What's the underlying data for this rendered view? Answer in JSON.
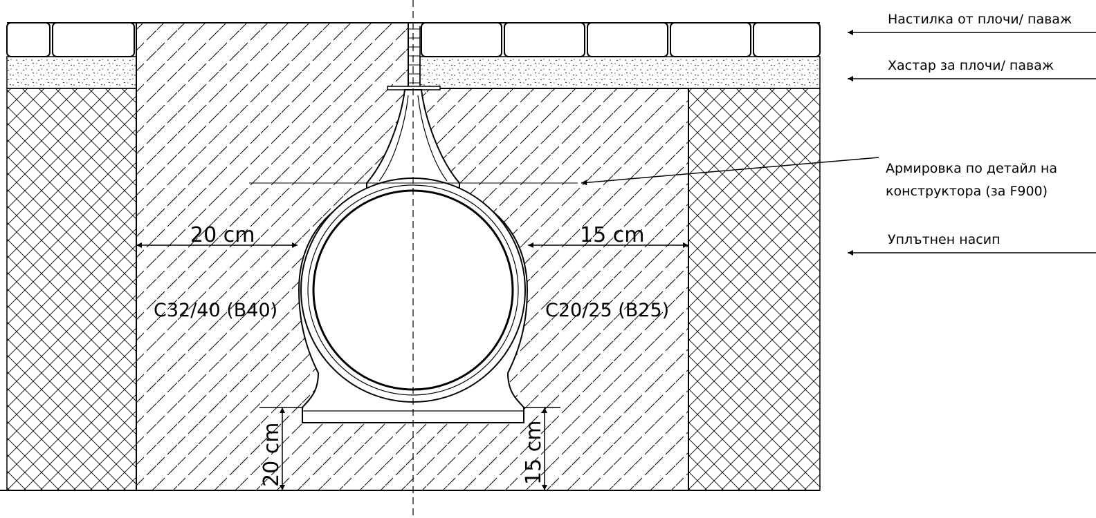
{
  "labels": {
    "paving": "Настилка от плочи/ паваж",
    "bedding": "Хастар за плочи/ паваж",
    "reinforcement_line1": "Армировка по детайл на",
    "reinforcement_line2": "конструктора (за F900)",
    "backfill": "Уплътнен насип"
  },
  "dimensions": {
    "left_side": "20 cm",
    "right_side": "15 cm",
    "left_bottom": "20 cm",
    "right_bottom": "15 cm"
  },
  "concrete": {
    "left_class": "C32/40 (B40)",
    "right_class": "C20/25 (B25)"
  },
  "colors": {
    "line": "#000000",
    "background": "#ffffff"
  }
}
